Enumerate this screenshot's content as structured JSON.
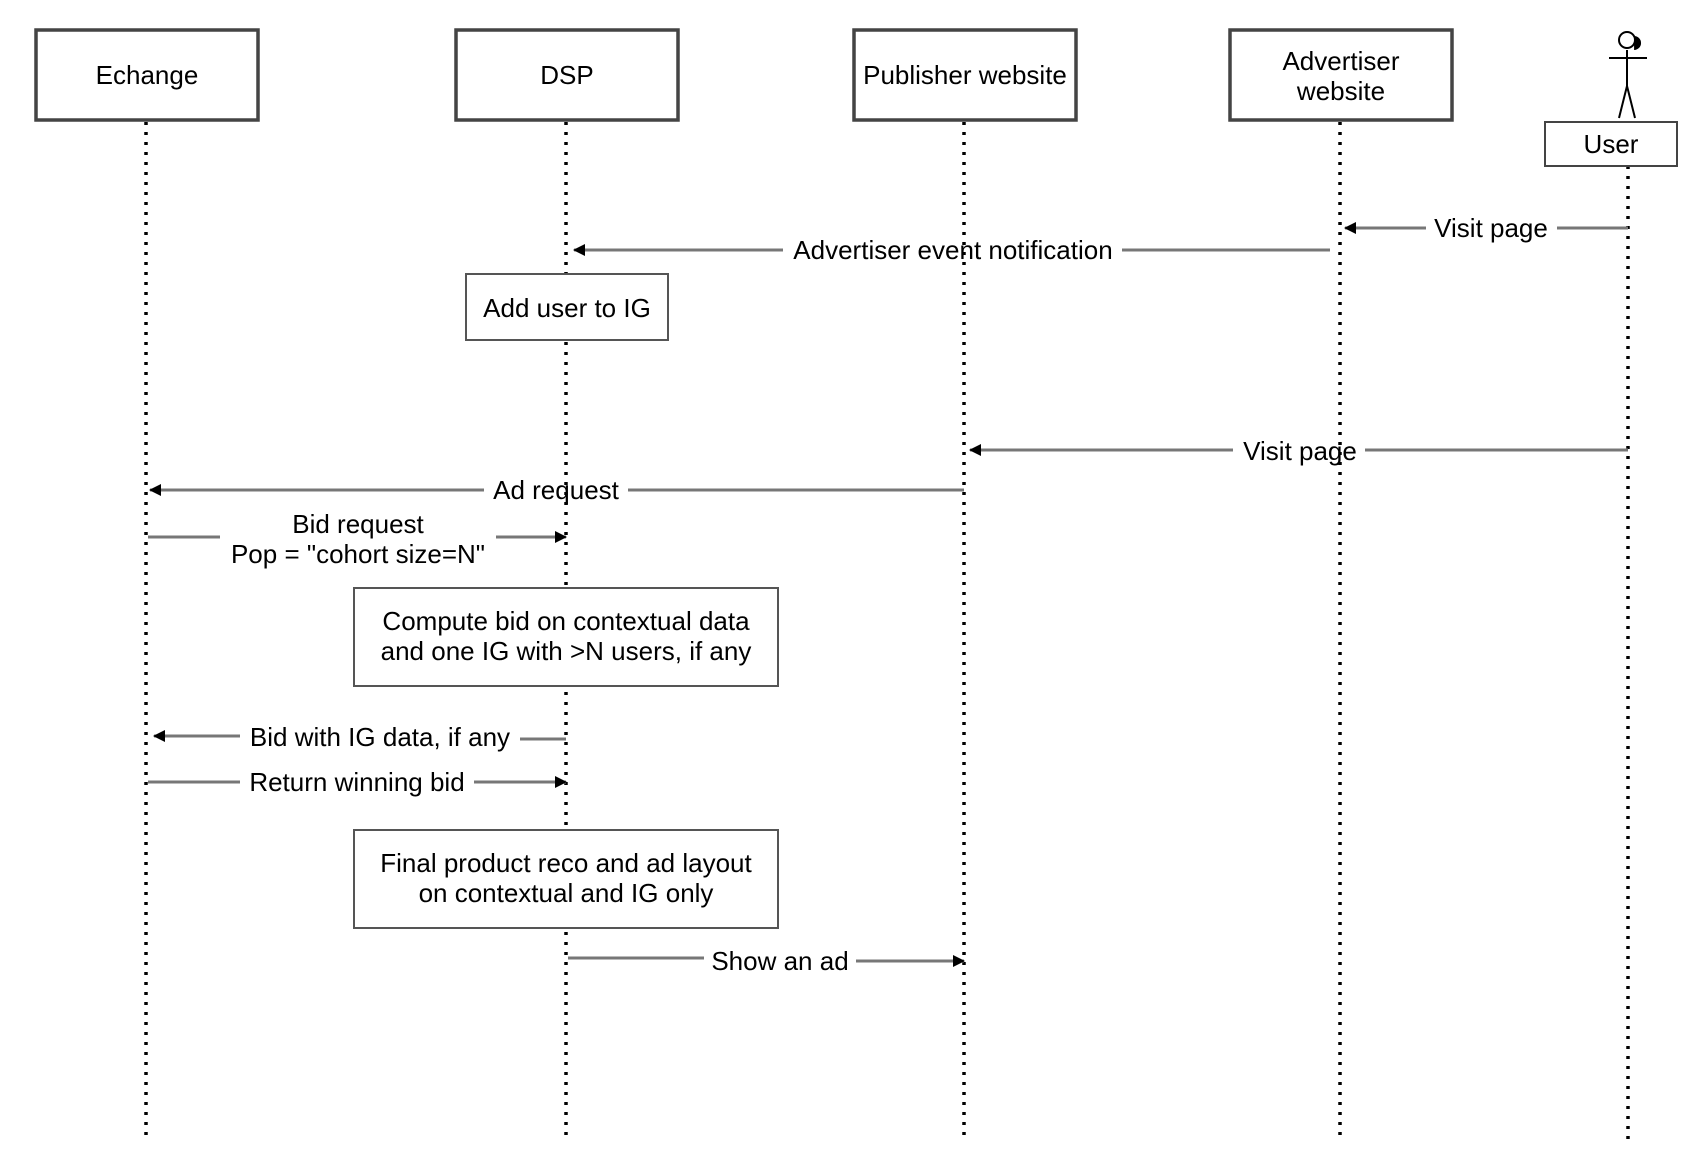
{
  "participants": {
    "exchange": "Echange",
    "dsp": "DSP",
    "publisher": "Publisher website",
    "advertiser_line1": "Advertiser",
    "advertiser_line2": "website",
    "user": "User"
  },
  "messages": {
    "visit_page_1": "Visit page",
    "advertiser_event": "Advertiser event notification",
    "visit_page_2": "Visit page",
    "ad_request": "Ad request",
    "bid_request_line1": "Bid request",
    "bid_request_line2": "Pop = \"cohort size=N\"",
    "bid_with_ig": "Bid with IG data, if any",
    "return_winning_bid": "Return winning bid",
    "show_an_ad": "Show an ad"
  },
  "notes": {
    "add_user": "Add user to IG",
    "compute_bid_line1": "Compute bid on contextual data",
    "compute_bid_line2": "and one IG with >N users, if any",
    "final_reco_line1": "Final product reco and ad layout",
    "final_reco_line2": "on contextual and IG only"
  }
}
